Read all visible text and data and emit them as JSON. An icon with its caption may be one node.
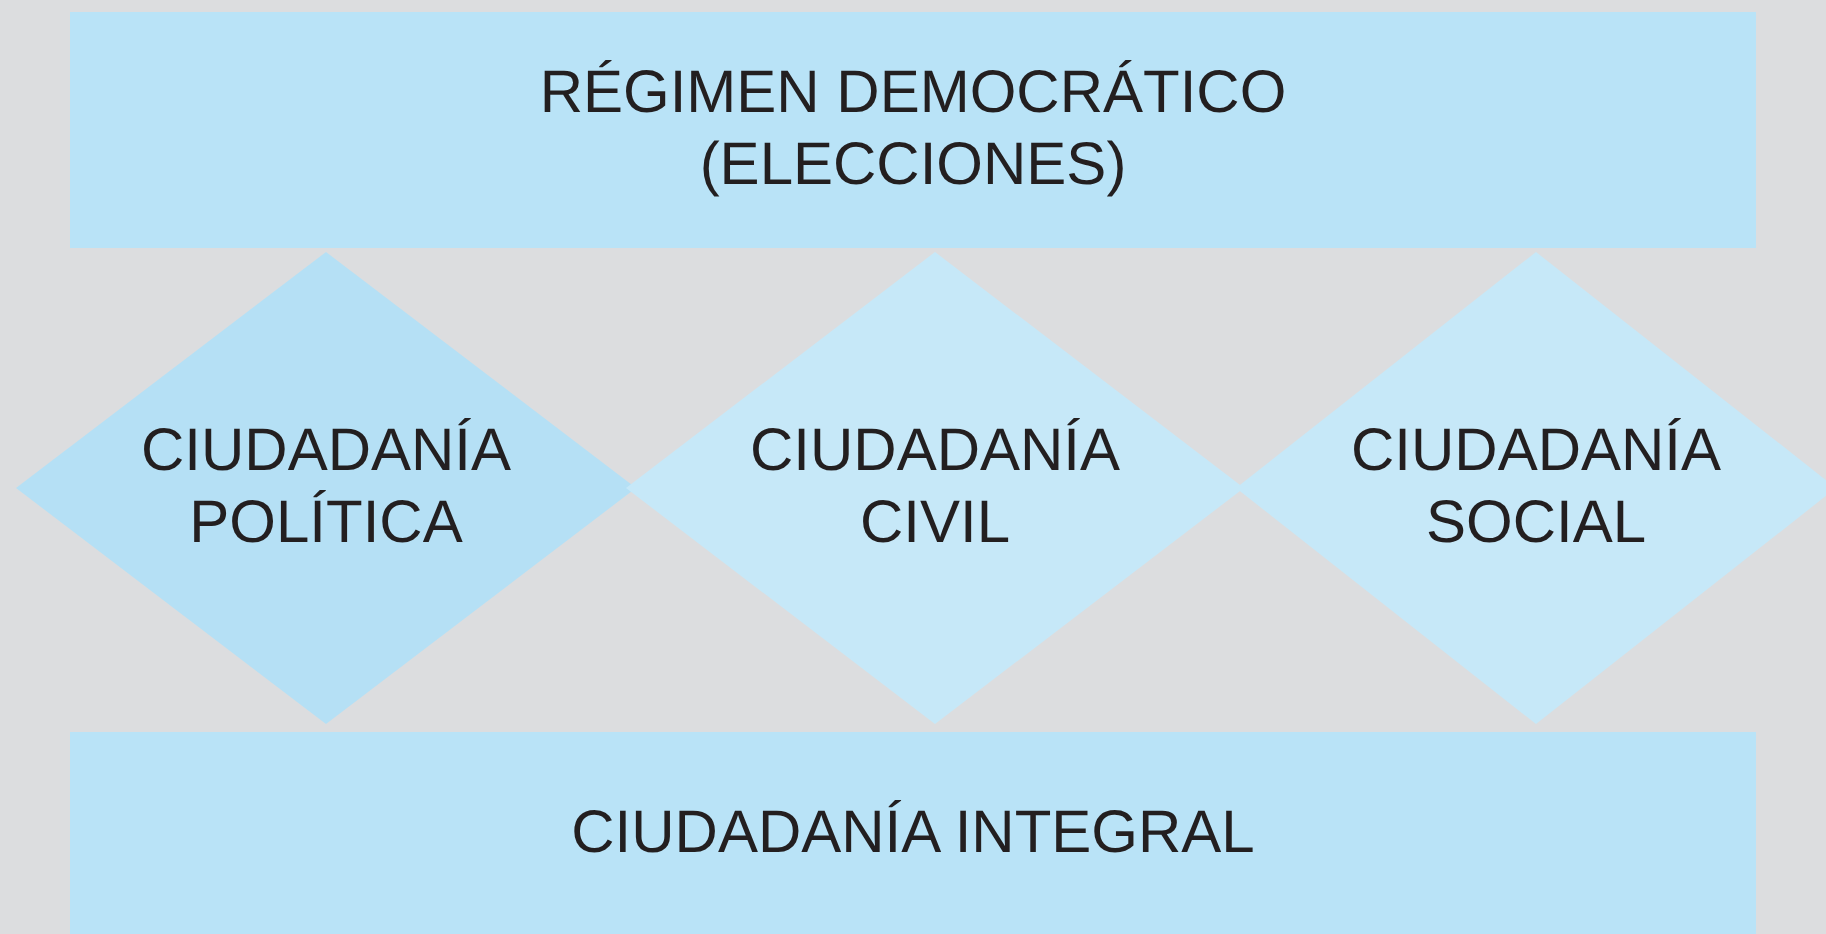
{
  "diagram": {
    "nodes": [
      {
        "text": [
          "RÉGIMEN DEMOCRÁTICO (ELECCIONES)"
        ]
      },
      {
        "text": [
          "CIUDADANÍA POLÍTICA"
        ]
      },
      {
        "text": [
          "CIUDADANÍA CIVIL"
        ]
      },
      {
        "text": [
          "CIUDADANÍA SOCIAL"
        ]
      },
      {
        "text": [
          "CIUDADANÍA INTEGRAL"
        ]
      }
    ]
  }
}
